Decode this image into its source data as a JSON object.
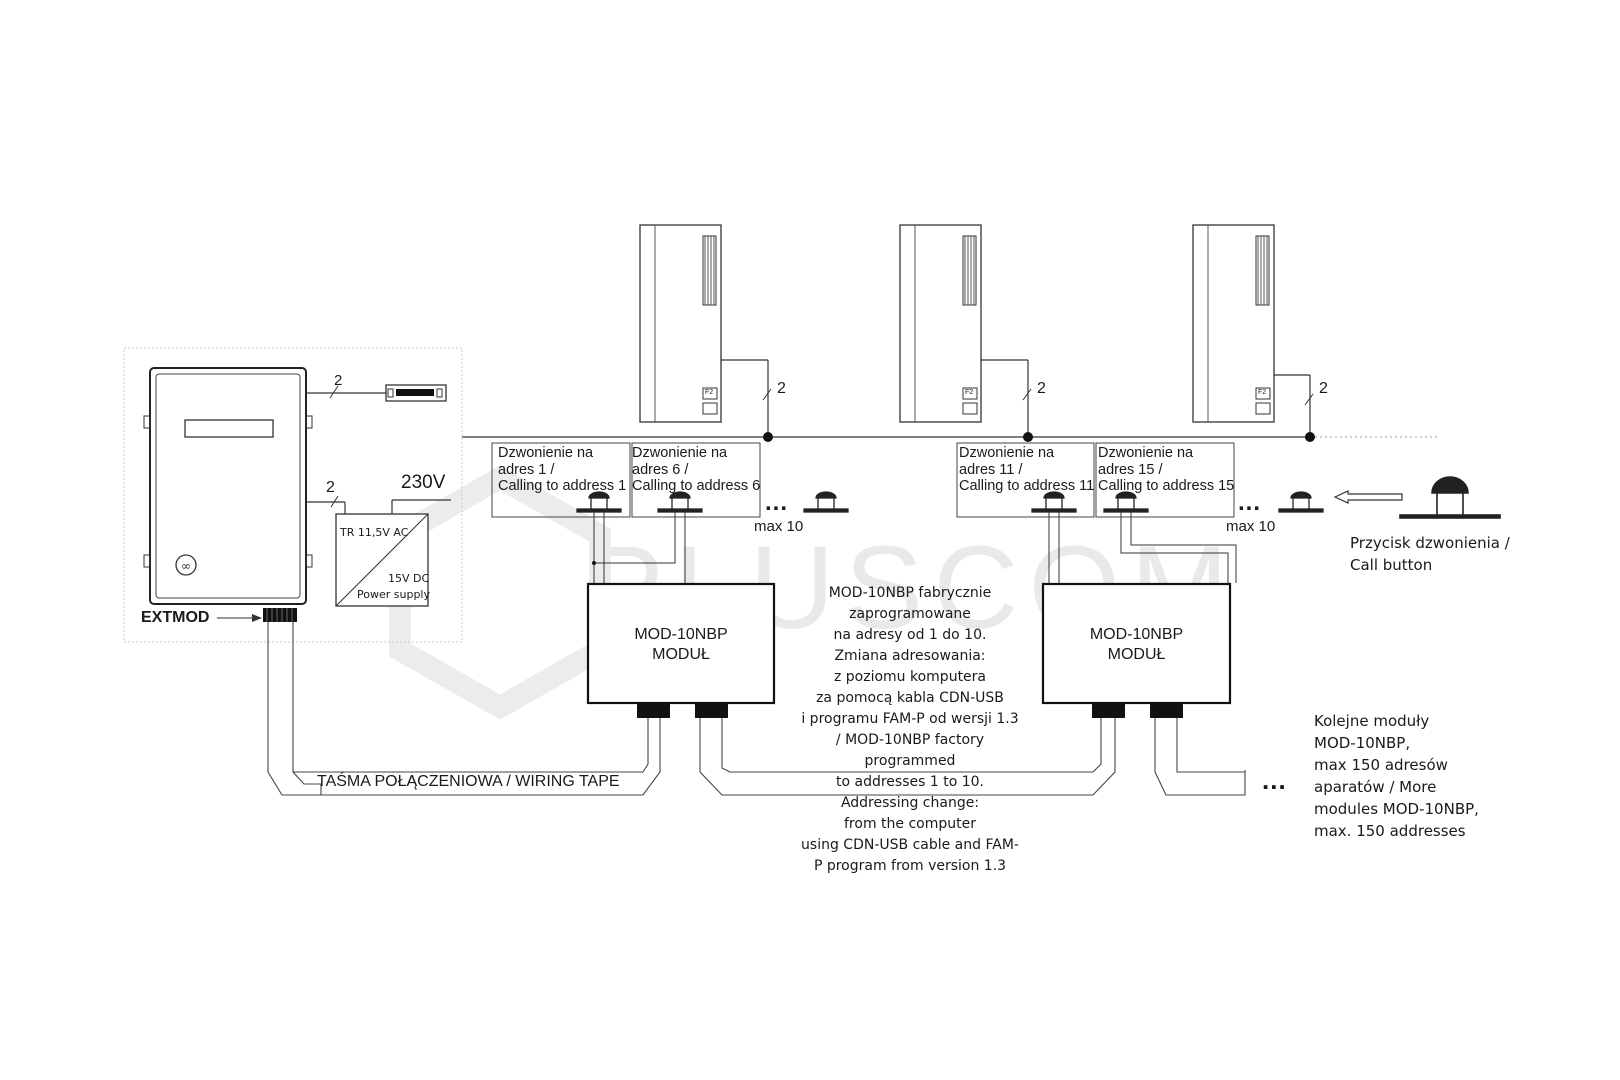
{
  "watermark": "PLUSCOM",
  "controller": {
    "label": "EXTMOD"
  },
  "wire_counts": {
    "top": "2",
    "psu": "2",
    "monitor1": "2",
    "monitor2": "2",
    "monitor3": "2"
  },
  "power": {
    "mains": "230V",
    "transformer": "TR 11,5V AC",
    "dc": "15V DC",
    "supply": "Power supply"
  },
  "call_groups": [
    {
      "line1": "Dzwonienie na",
      "line2": "adres 1 /",
      "line3": "Calling to address 1"
    },
    {
      "line1": "Dzwonienie na",
      "line2": "adres 6 /",
      "line3": "Calling to address 6"
    },
    {
      "line1": "Dzwonienie na",
      "line2": "adres 11 /",
      "line3": "Calling to address 11"
    },
    {
      "line1": "Dzwonienie na",
      "line2": "adres 15 /",
      "line3": "Calling to address 15"
    }
  ],
  "max_labels": [
    "max 10",
    "max 10"
  ],
  "ellipsis": "...",
  "call_button": {
    "line1": "Przycisk dzwonienia /",
    "line2": "Call button"
  },
  "modules": [
    {
      "line1": "MOD-10NBP",
      "line2": "MODUŁ"
    },
    {
      "line1": "MOD-10NBP",
      "line2": "MODUŁ"
    }
  ],
  "monitor_keys": {
    "key1": "F2"
  },
  "wiring_tape": "TAŚMA POŁĄCZENIOWA / WIRING TAPE",
  "center_note": [
    "MOD-10NBP fabrycznie",
    "zaprogramowane",
    "na adresy od 1 do 10.",
    "Zmiana adresowania:",
    "z poziomu komputera",
    "za pomocą kabla CDN-USB",
    "i programu FAM-P od wersji 1.3",
    "/ MOD-10NBP factory",
    "programmed",
    "to addresses 1 to 10.",
    "Addressing change:",
    "from the computer",
    "using CDN-USB cable and FAM-",
    "P program from version 1.3"
  ],
  "more_modules": [
    "Kolejne moduły",
    "MOD-10NBP,",
    "max 150 adresów",
    "aparatów / More",
    "modules MOD-10NBP,",
    "max. 150 addresses"
  ]
}
